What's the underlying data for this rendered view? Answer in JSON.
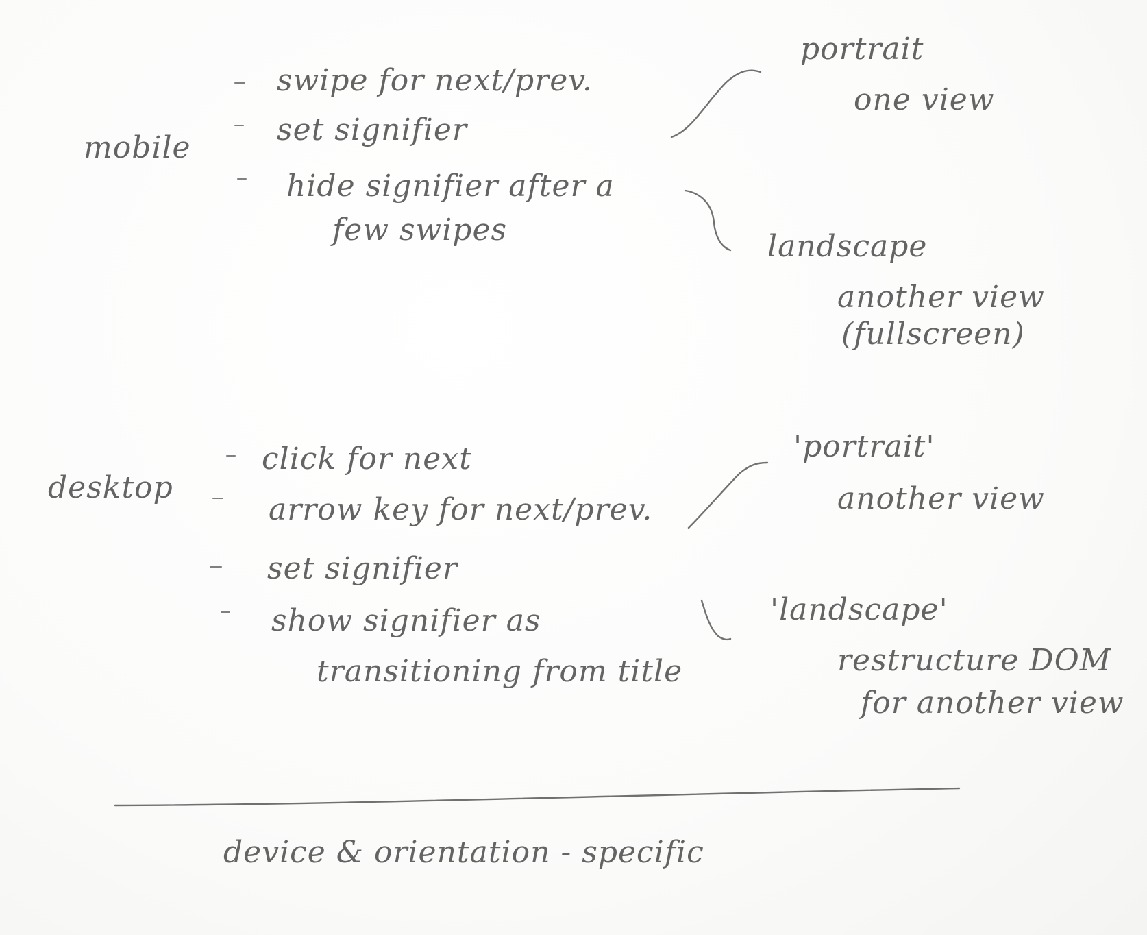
{
  "mobile": {
    "label": "mobile",
    "items": [
      "swipe for next/prev.",
      "set signifier",
      "hide signifier after a",
      "few swipes"
    ],
    "portrait": {
      "heading": "portrait",
      "desc": "one view"
    },
    "landscape": {
      "heading": "landscape",
      "desc_line1": "another view",
      "desc_line2": "(fullscreen)"
    }
  },
  "desktop": {
    "label": "desktop",
    "items": [
      "click for next",
      "arrow key for next/prev.",
      "set signifier",
      "show signifier as",
      "transitioning from title"
    ],
    "portrait": {
      "heading": "'portrait'",
      "desc": "another view"
    },
    "landscape": {
      "heading": "'landscape'",
      "desc_line1": "restructure DOM",
      "desc_line2": "for another view"
    }
  },
  "footer": {
    "caption": "device & orientation - specific"
  }
}
